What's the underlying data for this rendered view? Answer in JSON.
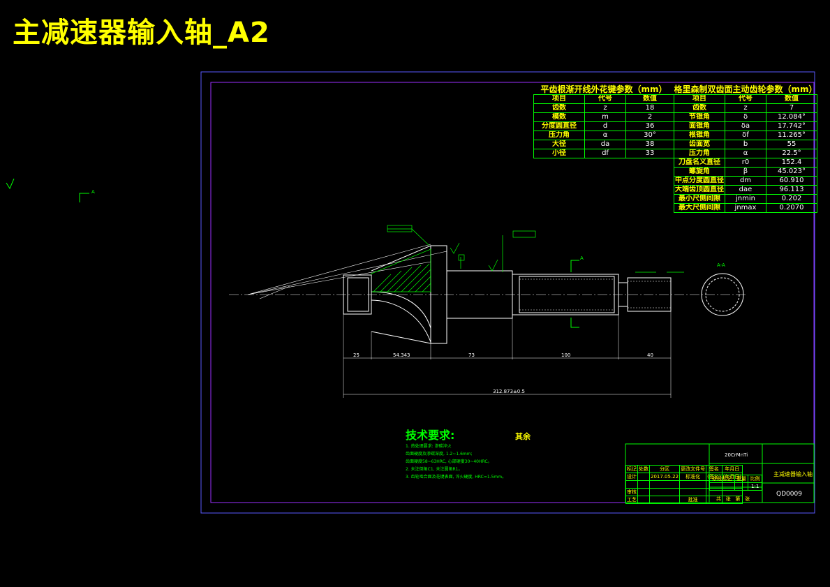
{
  "title": "主减速器输入轴_A2",
  "colors": {
    "title": "#ffff00",
    "frame": "#7d2bd8",
    "outer": "#5a5aff",
    "line": "#ffffff",
    "dim": "#00ff00",
    "hatch": "#00ff00"
  },
  "spline_table": {
    "heading": "平齿根渐开线外花键参数（mm）",
    "columns": [
      "项目",
      "代号",
      "数值"
    ],
    "rows": [
      [
        "齿数",
        "z",
        "18"
      ],
      [
        "模数",
        "m",
        "2"
      ],
      [
        "分度圆直径",
        "d",
        "36"
      ],
      [
        "压力角",
        "α",
        "30°"
      ],
      [
        "大径",
        "da",
        "38"
      ],
      [
        "小径",
        "df",
        "33"
      ]
    ]
  },
  "gear_table": {
    "heading": "格里森制双齿面主动齿轮参数（mm）",
    "columns": [
      "项目",
      "代号",
      "数值"
    ],
    "rows": [
      [
        "齿数",
        "z",
        "7"
      ],
      [
        "节锥角",
        "δ",
        "12.084°"
      ],
      [
        "面锥角",
        "δa",
        "17.742°"
      ],
      [
        "根锥角",
        "δf",
        "11.265°"
      ],
      [
        "齿面宽",
        "b",
        "55"
      ],
      [
        "压力角",
        "α",
        "22.5°"
      ],
      [
        "刀盘名义直径",
        "r0",
        "152.4"
      ],
      [
        "螺旋角",
        "β",
        "45.023°"
      ],
      [
        "中点分度圆直径",
        "dm",
        "60.910"
      ],
      [
        "大端齿顶圆直径",
        "dae",
        "96.113"
      ],
      [
        "最小尺侧间隙",
        "jnmin",
        "0.202"
      ],
      [
        "最大尺侧间隙",
        "jnmax",
        "0.2070"
      ]
    ]
  },
  "dimensions": {
    "d1": "25",
    "d2": "54.343",
    "d3": "73",
    "d4": "100",
    "d5": "40",
    "total": "312.873±0.5"
  },
  "section_label": "A-A",
  "section_marker": "A",
  "roughness": "其余",
  "tech": {
    "heading": "技术要求:",
    "lines": [
      "1. 热处理要求: 渗碳淬火",
      "   齿面硬度及渗碳深度, 1.2~1.6mm;",
      "   齿面硬度58~63HRC, 心部硬度30~40HRC。",
      "2. 未注倒角C1, 未注圆角R1。",
      "3. 齿轮啮合面及花键表面, 淬火硬度, HRC=1.5mm。"
    ]
  },
  "title_block": {
    "material": "20CrMnTi",
    "name": "主减速器输入轴",
    "code": "QD0009",
    "rows1": [
      "标记",
      "处数",
      "分区",
      "更改文件号",
      "签名",
      "年月日"
    ],
    "rows2": [
      "设计",
      "",
      "2017.05.22",
      "标准化",
      "(签名)",
      "(年月日)"
    ],
    "stage": [
      "阶段标记",
      "重量",
      "比例"
    ],
    "scale": "1:1",
    "review": "审核",
    "process": "工艺",
    "approve": "批准",
    "sheets": [
      "共",
      "张",
      "第",
      "张"
    ]
  }
}
